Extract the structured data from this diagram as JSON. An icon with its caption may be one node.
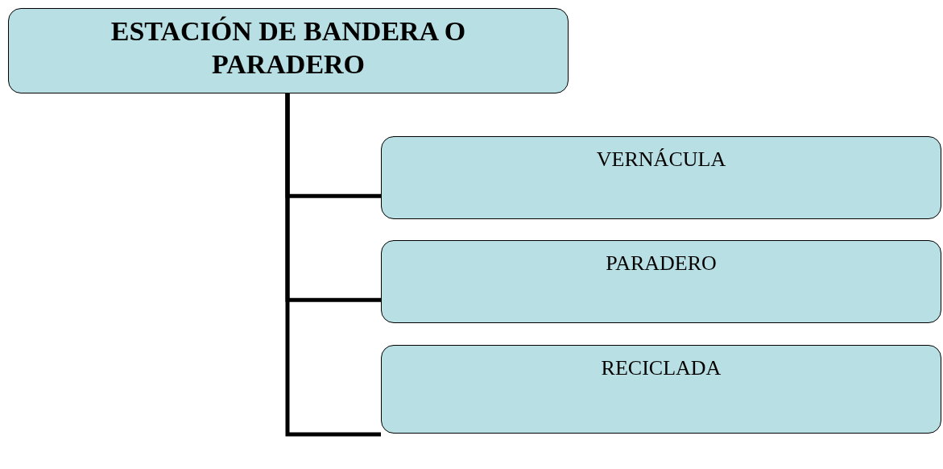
{
  "diagram": {
    "nodes": [
      {
        "text": [
          "ESTACIÓN DE BANDERA O PARADERO"
        ]
      },
      {
        "text": [
          "VERNÁCULA"
        ]
      },
      {
        "text": [
          "PARADERO"
        ]
      },
      {
        "text": [
          "RECICLADA"
        ]
      }
    ],
    "edges": [
      {
        "from": 0,
        "to": 1,
        "arrow": "none"
      },
      {
        "from": 0,
        "to": 2,
        "arrow": "none"
      },
      {
        "from": 0,
        "to": 3,
        "arrow": "none"
      }
    ]
  }
}
